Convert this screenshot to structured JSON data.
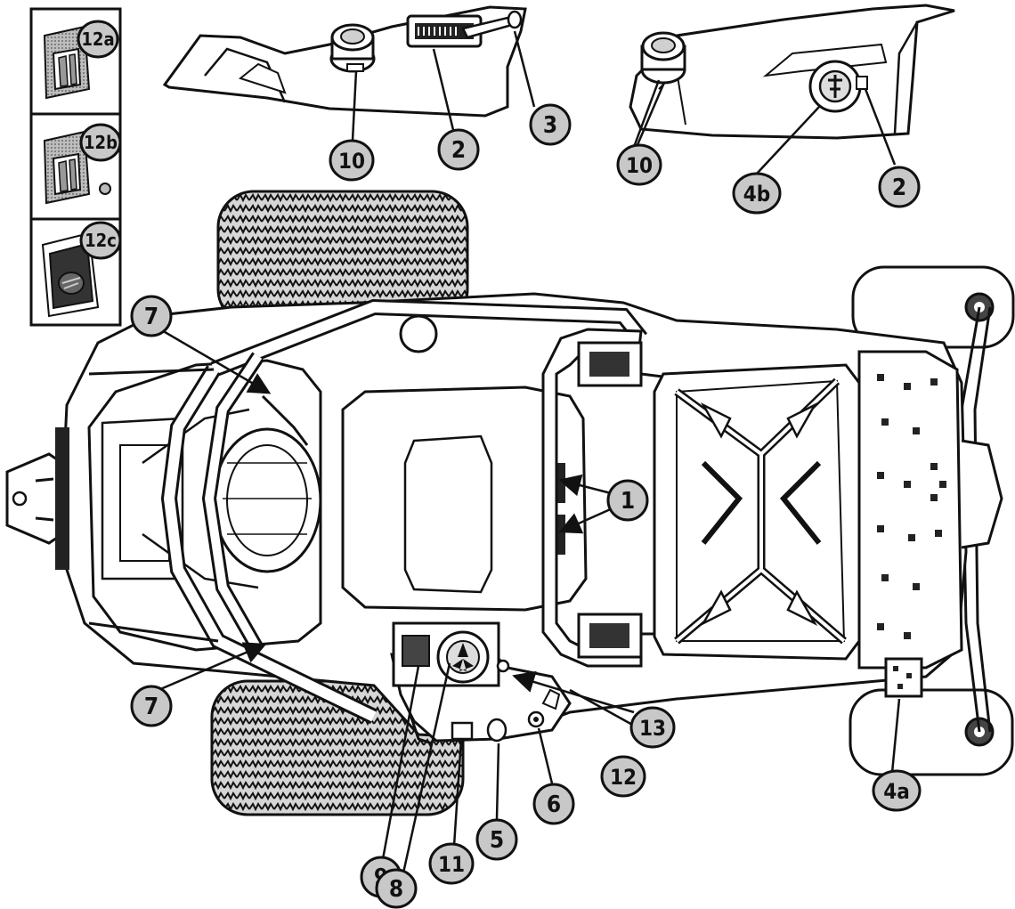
{
  "insets": [
    "12a",
    "12b",
    "12c"
  ],
  "callouts": {
    "c1": "1",
    "c2_top": "2",
    "c2_right": "2",
    "c3": "3",
    "c4a": "4a",
    "c4b": "4b",
    "c5": "5",
    "c6": "6",
    "c7_top": "7",
    "c7_bottom": "7",
    "c8": "8",
    "c9": "9",
    "c10_left": "10",
    "c10_right": "10",
    "c11": "11",
    "c12": "12",
    "c13": "13"
  }
}
